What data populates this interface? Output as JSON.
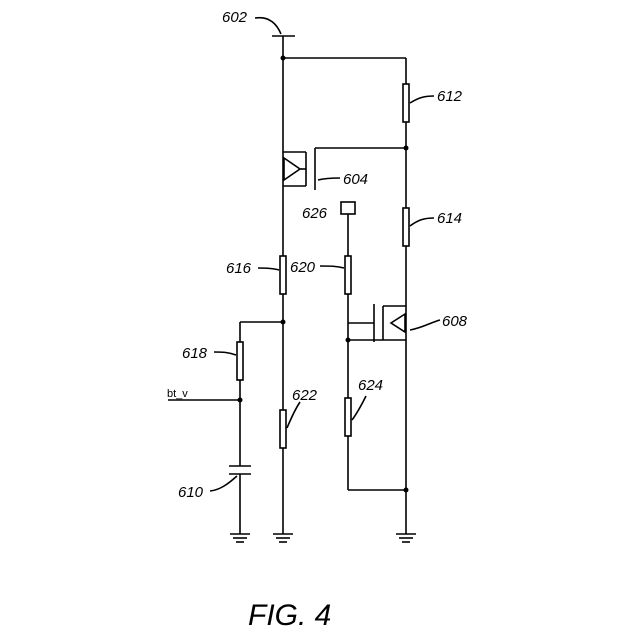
{
  "figure": {
    "caption": "FIG. 4"
  },
  "labels": {
    "supply": "602",
    "transistor_top": "604",
    "transistor_right": "608",
    "capacitor": "610",
    "resistor_top_right": "612",
    "resistor_mid_right": "614",
    "resistor_left_upper": "616",
    "resistor_left_outer": "618",
    "resistor_mid": "620",
    "resistor_left_lower": "622",
    "resistor_bottom_mid": "624",
    "terminal": "626",
    "signal_input": "bt_v"
  }
}
